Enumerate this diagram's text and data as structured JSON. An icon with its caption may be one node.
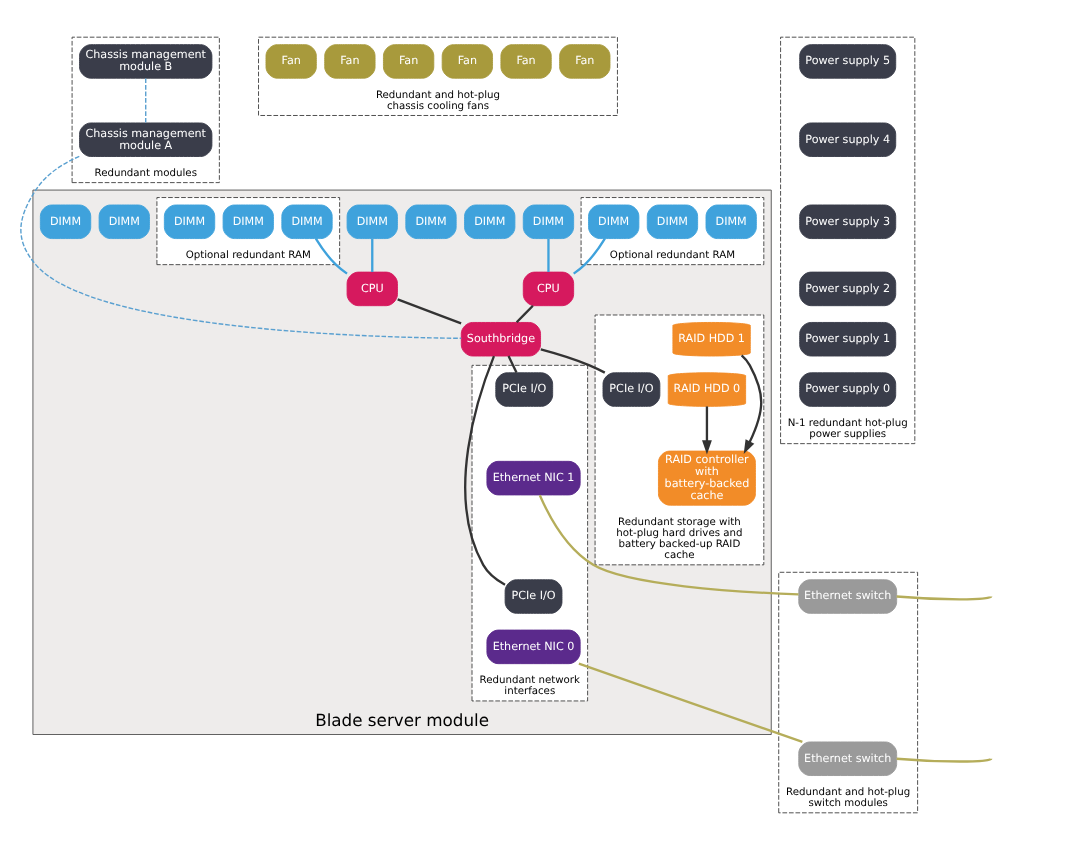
{
  "diagram": {
    "nodes": [
      {
        "text": [
          "Redundant modules"
        ]
      },
      {
        "text": [
          "Chassis management module B"
        ],
        "in": 0
      },
      {
        "text": [
          "Chassis management module A"
        ],
        "in": 0
      },
      {
        "text": [
          "Redundant and hot-plug chassis cooling fans"
        ]
      },
      {
        "text": [
          "Fan"
        ],
        "in": 3
      },
      {
        "text": [
          "Fan"
        ],
        "in": 3
      },
      {
        "text": [
          "Fan"
        ],
        "in": 3
      },
      {
        "text": [
          "Fan"
        ],
        "in": 3
      },
      {
        "text": [
          "Fan"
        ],
        "in": 3
      },
      {
        "text": [
          "Fan"
        ],
        "in": 3
      },
      {
        "text": [
          "N-1 redundant hot-plug power supplies"
        ]
      },
      {
        "text": [
          "Power supply 5"
        ],
        "in": 10
      },
      {
        "text": [
          "Power supply 4"
        ],
        "in": 10
      },
      {
        "text": [
          "Power supply 3"
        ],
        "in": 10
      },
      {
        "text": [
          "Power supply 2"
        ],
        "in": 10
      },
      {
        "text": [
          "Power supply 1"
        ],
        "in": 10
      },
      {
        "text": [
          "Power supply 0"
        ],
        "in": 10
      },
      {
        "text": [
          "Blade server module"
        ]
      },
      {
        "text": [
          "DIMM"
        ],
        "in": 17
      },
      {
        "text": [
          "DIMM"
        ],
        "in": 17
      },
      {
        "text": [
          "DIMM"
        ],
        "in": 17
      },
      {
        "text": [
          "CPU"
        ],
        "in": 17
      },
      {
        "text": [
          "CPU"
        ],
        "in": 17
      },
      {
        "text": [
          "DIMM"
        ],
        "in": 17
      },
      {
        "text": [
          "DIMM"
        ],
        "in": 17
      },
      {
        "text": [
          "DIMM"
        ],
        "in": 17
      },
      {
        "text": [
          "Optional redundant RAM"
        ],
        "in": 17
      },
      {
        "text": [
          "DIMM"
        ],
        "in": 26
      },
      {
        "text": [
          "DIMM"
        ],
        "in": 26
      },
      {
        "text": [
          "DIMM"
        ],
        "in": 26
      },
      {
        "text": [
          "Optional redundant RAM"
        ],
        "in": 17
      },
      {
        "text": [
          "DIMM"
        ],
        "in": 30
      },
      {
        "text": [
          "DIMM"
        ],
        "in": 30
      },
      {
        "text": [
          "DIMM"
        ],
        "in": 30
      },
      {
        "text": [
          "Southbridge"
        ],
        "in": 17
      },
      {
        "text": [
          "Redundant storage with hot-plug hard drives and battery backed-up RAID cache"
        ],
        "in": 17
      },
      {
        "text": [
          "RAID HDD 1"
        ],
        "in": 35
      },
      {
        "text": [
          "RAID HDD 0"
        ],
        "in": 35
      },
      {
        "text": [
          "PCIe I/O"
        ],
        "in": 35
      },
      {
        "text": [
          "RAID controller",
          "with battery-backed cache"
        ],
        "in": 35
      },
      {
        "text": [
          "Redundant network interfaces"
        ],
        "in": 17
      },
      {
        "text": [
          "PCIe I/O"
        ],
        "in": 40
      },
      {
        "text": [
          "Ethernet NIC 1"
        ],
        "in": 40
      },
      {
        "text": [
          "PCIe I/O"
        ],
        "in": 40
      },
      {
        "text": [
          "Ethernet NIC 0"
        ],
        "in": 40
      },
      {
        "text": [
          "Redundant and hot-plug switch modules"
        ]
      },
      {
        "text": [
          "Ethernet switch"
        ],
        "in": 45
      },
      {
        "text": [
          "Ethernet switch"
        ],
        "in": 45
      }
    ],
    "edges": [
      {
        "from": 1,
        "to": 2,
        "arrow": "none",
        "style": "dashed",
        "color": "#5aa0d0"
      },
      {
        "from": 2,
        "to": 34,
        "arrow": "none",
        "style": "dashed",
        "color": "#5aa0d0"
      },
      {
        "from": 20,
        "to": 21,
        "arrow": "none",
        "color": "#3fa2dc"
      },
      {
        "from": 29,
        "to": 21,
        "arrow": "none",
        "color": "#3fa2dc"
      },
      {
        "from": 23,
        "to": 22,
        "arrow": "none",
        "color": "#3fa2dc"
      },
      {
        "from": 31,
        "to": 22,
        "arrow": "none",
        "color": "#3fa2dc"
      },
      {
        "from": 21,
        "to": 34,
        "arrow": "none"
      },
      {
        "from": 22,
        "to": 34,
        "arrow": "none"
      },
      {
        "from": 34,
        "to": 38,
        "arrow": "none"
      },
      {
        "from": 34,
        "to": 41,
        "arrow": "none"
      },
      {
        "from": 34,
        "to": 43,
        "arrow": "none"
      },
      {
        "from": 36,
        "to": 39,
        "arrow": "to"
      },
      {
        "from": 37,
        "to": 39,
        "arrow": "to"
      },
      {
        "from": 42,
        "to": 46,
        "arrow": "none",
        "color": "#b5ad5a"
      },
      {
        "from": 44,
        "to": 47,
        "arrow": "none",
        "color": "#b5ad5a"
      },
      {
        "from": 46,
        "to": null,
        "arrow": "none",
        "color": "#b5ad5a"
      },
      {
        "from": 47,
        "to": null,
        "arrow": "none",
        "color": "#b5ad5a"
      }
    ]
  }
}
